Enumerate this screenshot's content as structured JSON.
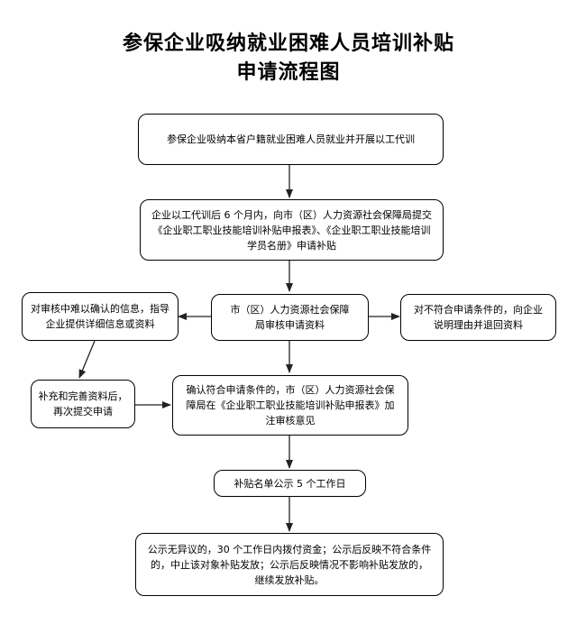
{
  "title": {
    "line1": "参保企业吸纳就业困难人员培训补贴",
    "line2": "申请流程图"
  },
  "nodes": {
    "start": "参保企业吸纳本省户籍就业困难人员就业并开展以工代训",
    "submit": "企业以工代训后 6 个月内，向市（区）人力资源社会保障局提交《企业职工职业技能培训补贴申报表》、《企业职工职业技能培训学员名册》申请补贴",
    "review": "市（区）人力资源社会保障局审核申请资料",
    "guide": "对审核中难以确认的信息，指导企业提供详细信息或资料",
    "reject": "对不符合申请条件的，向企业说明理由并退回资料",
    "supplement": "补充和完善资料后，再次提交申请",
    "confirm": "确认符合申请条件的，市（区）人力资源社会保障局在《企业职工职业技能培训补贴申报表》加注审核意见",
    "publicize": "补贴名单公示 5 个工作日",
    "final": "公示无异议的，30 个工作日内拨付资金；公示后反映不符合条件的，中止该对象补贴发放；公示后反映情况不影响补贴发放的，继续发放补贴。"
  }
}
